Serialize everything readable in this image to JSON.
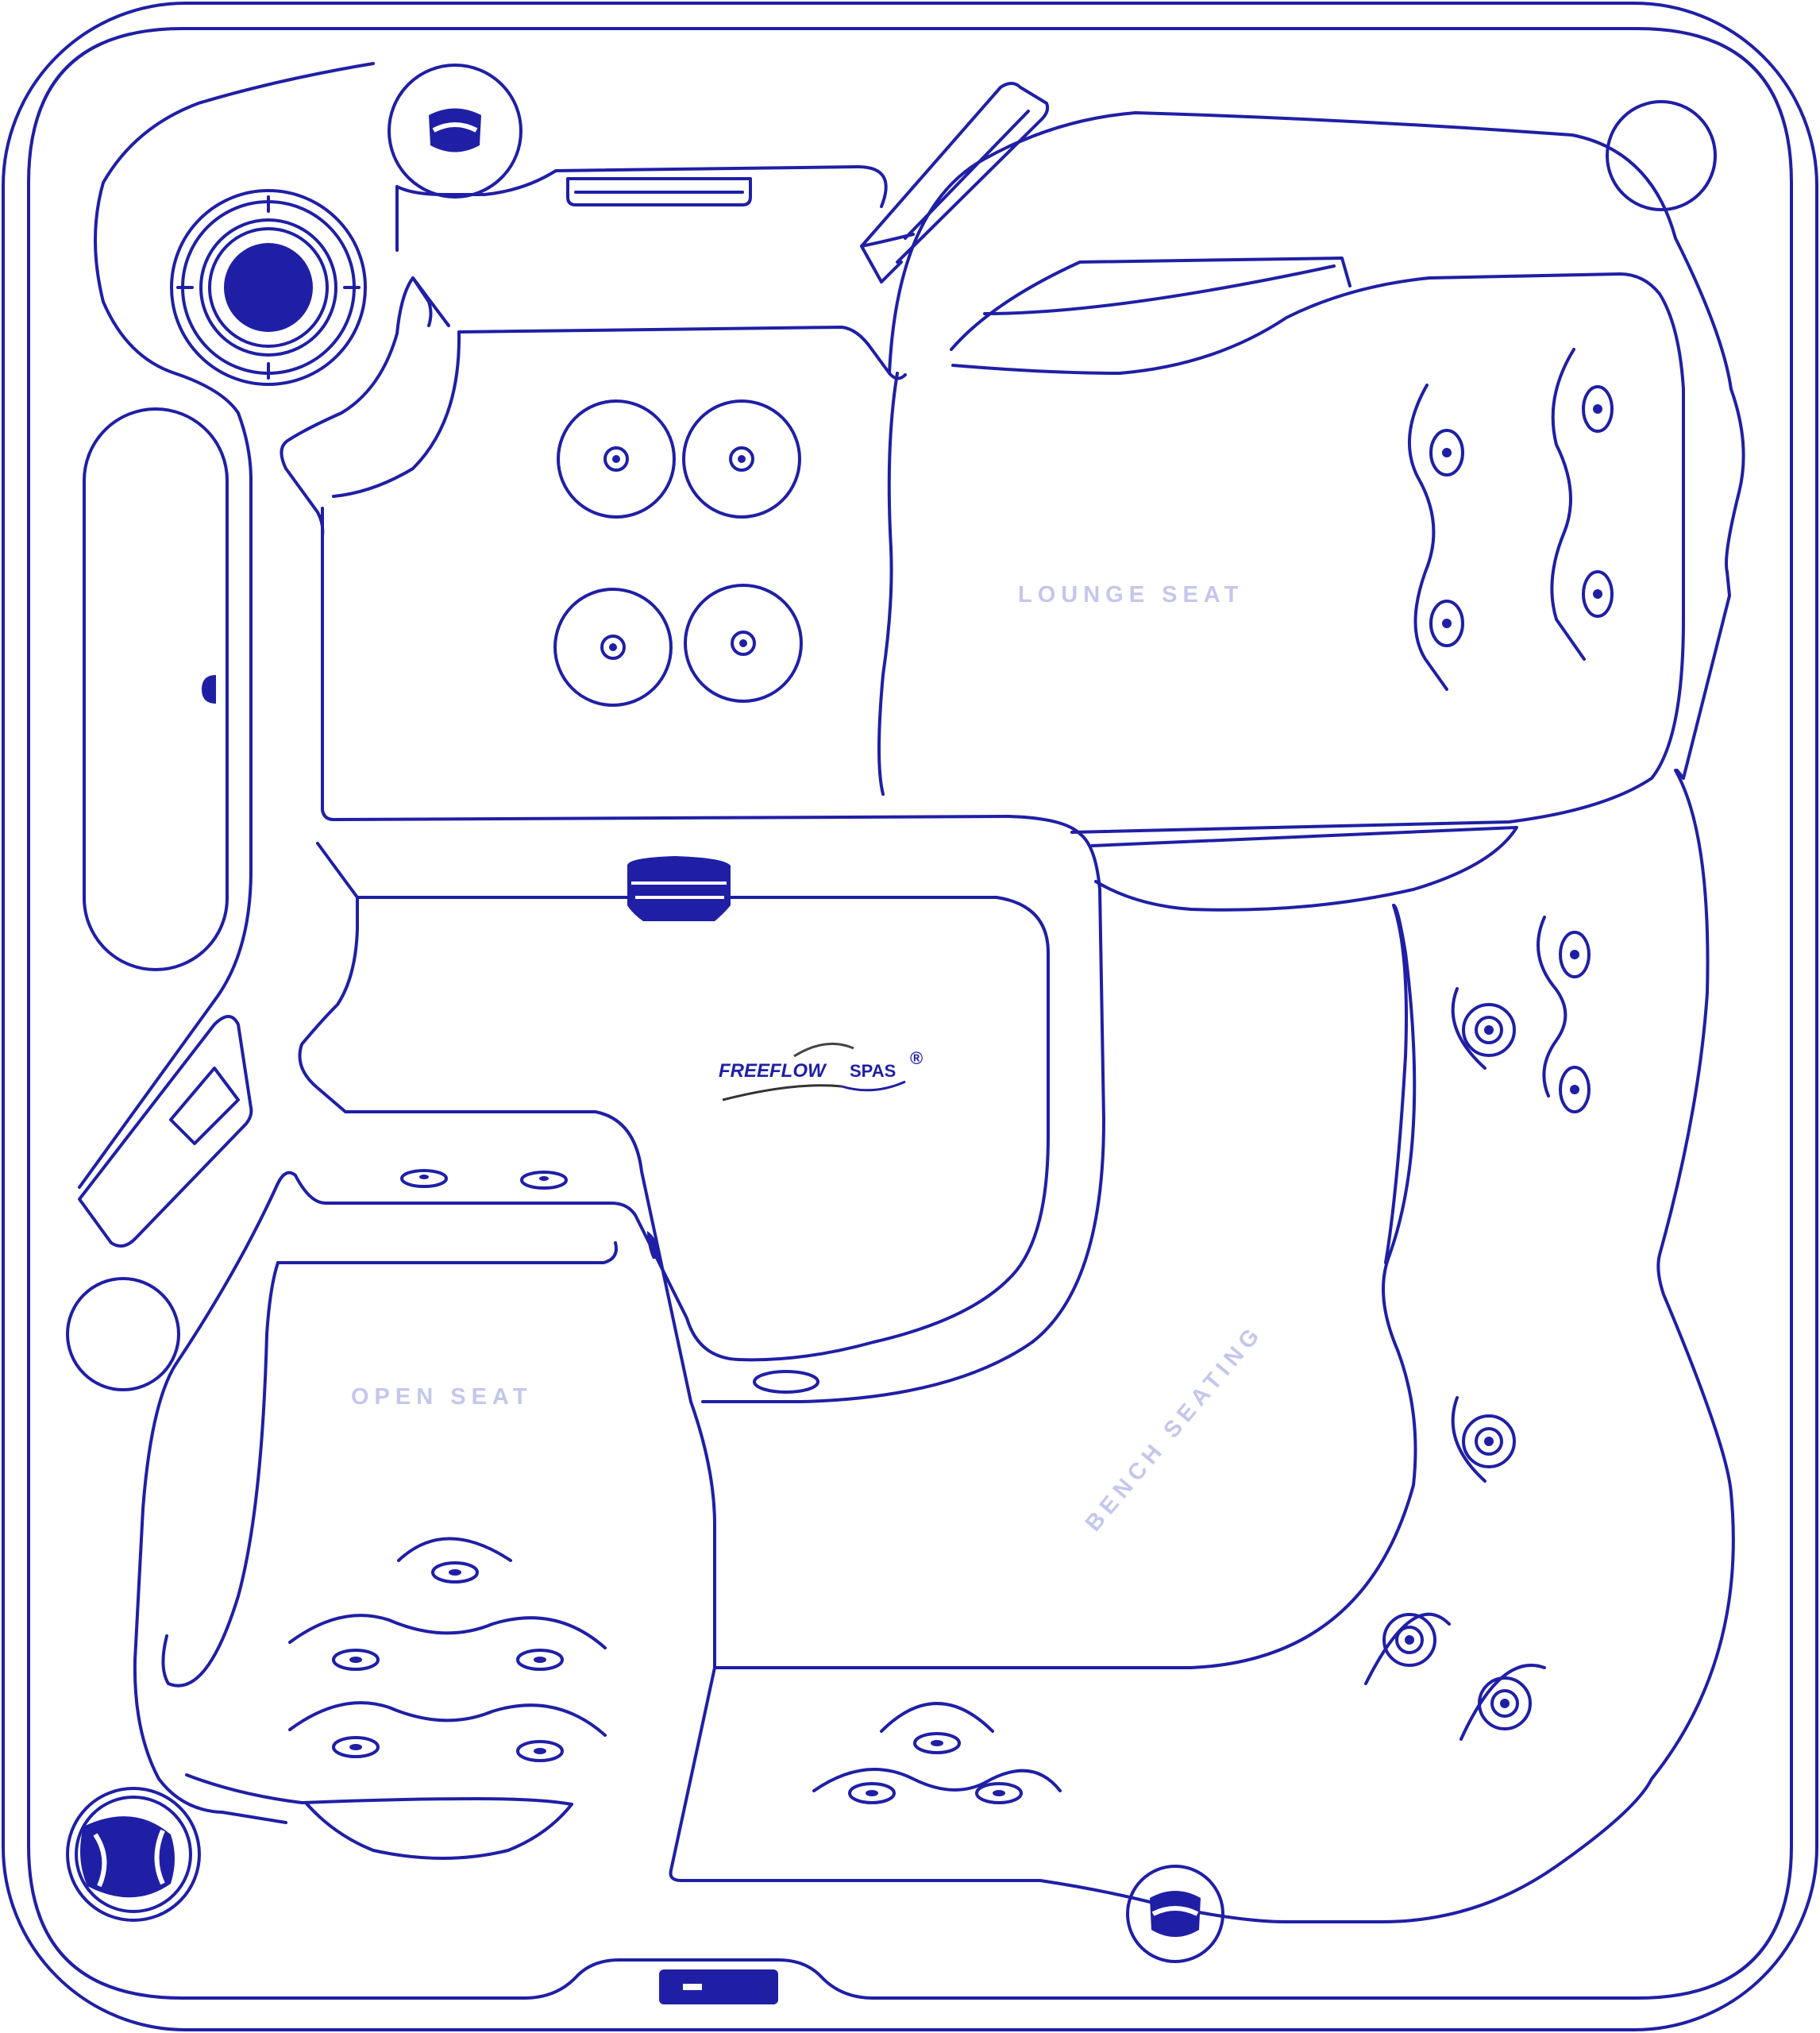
{
  "brand": {
    "logo_part1": "FREEFLOW",
    "logo_part2": "SPAS",
    "logo_mark": "®"
  },
  "zones": {
    "lounge": "LOUNGE SEAT",
    "open": "OPEN SEAT",
    "bench": "BENCH SEATING"
  },
  "colors": {
    "outline": "#1f1fa6",
    "label": "#c4c7ec",
    "background": "#ffffff"
  }
}
